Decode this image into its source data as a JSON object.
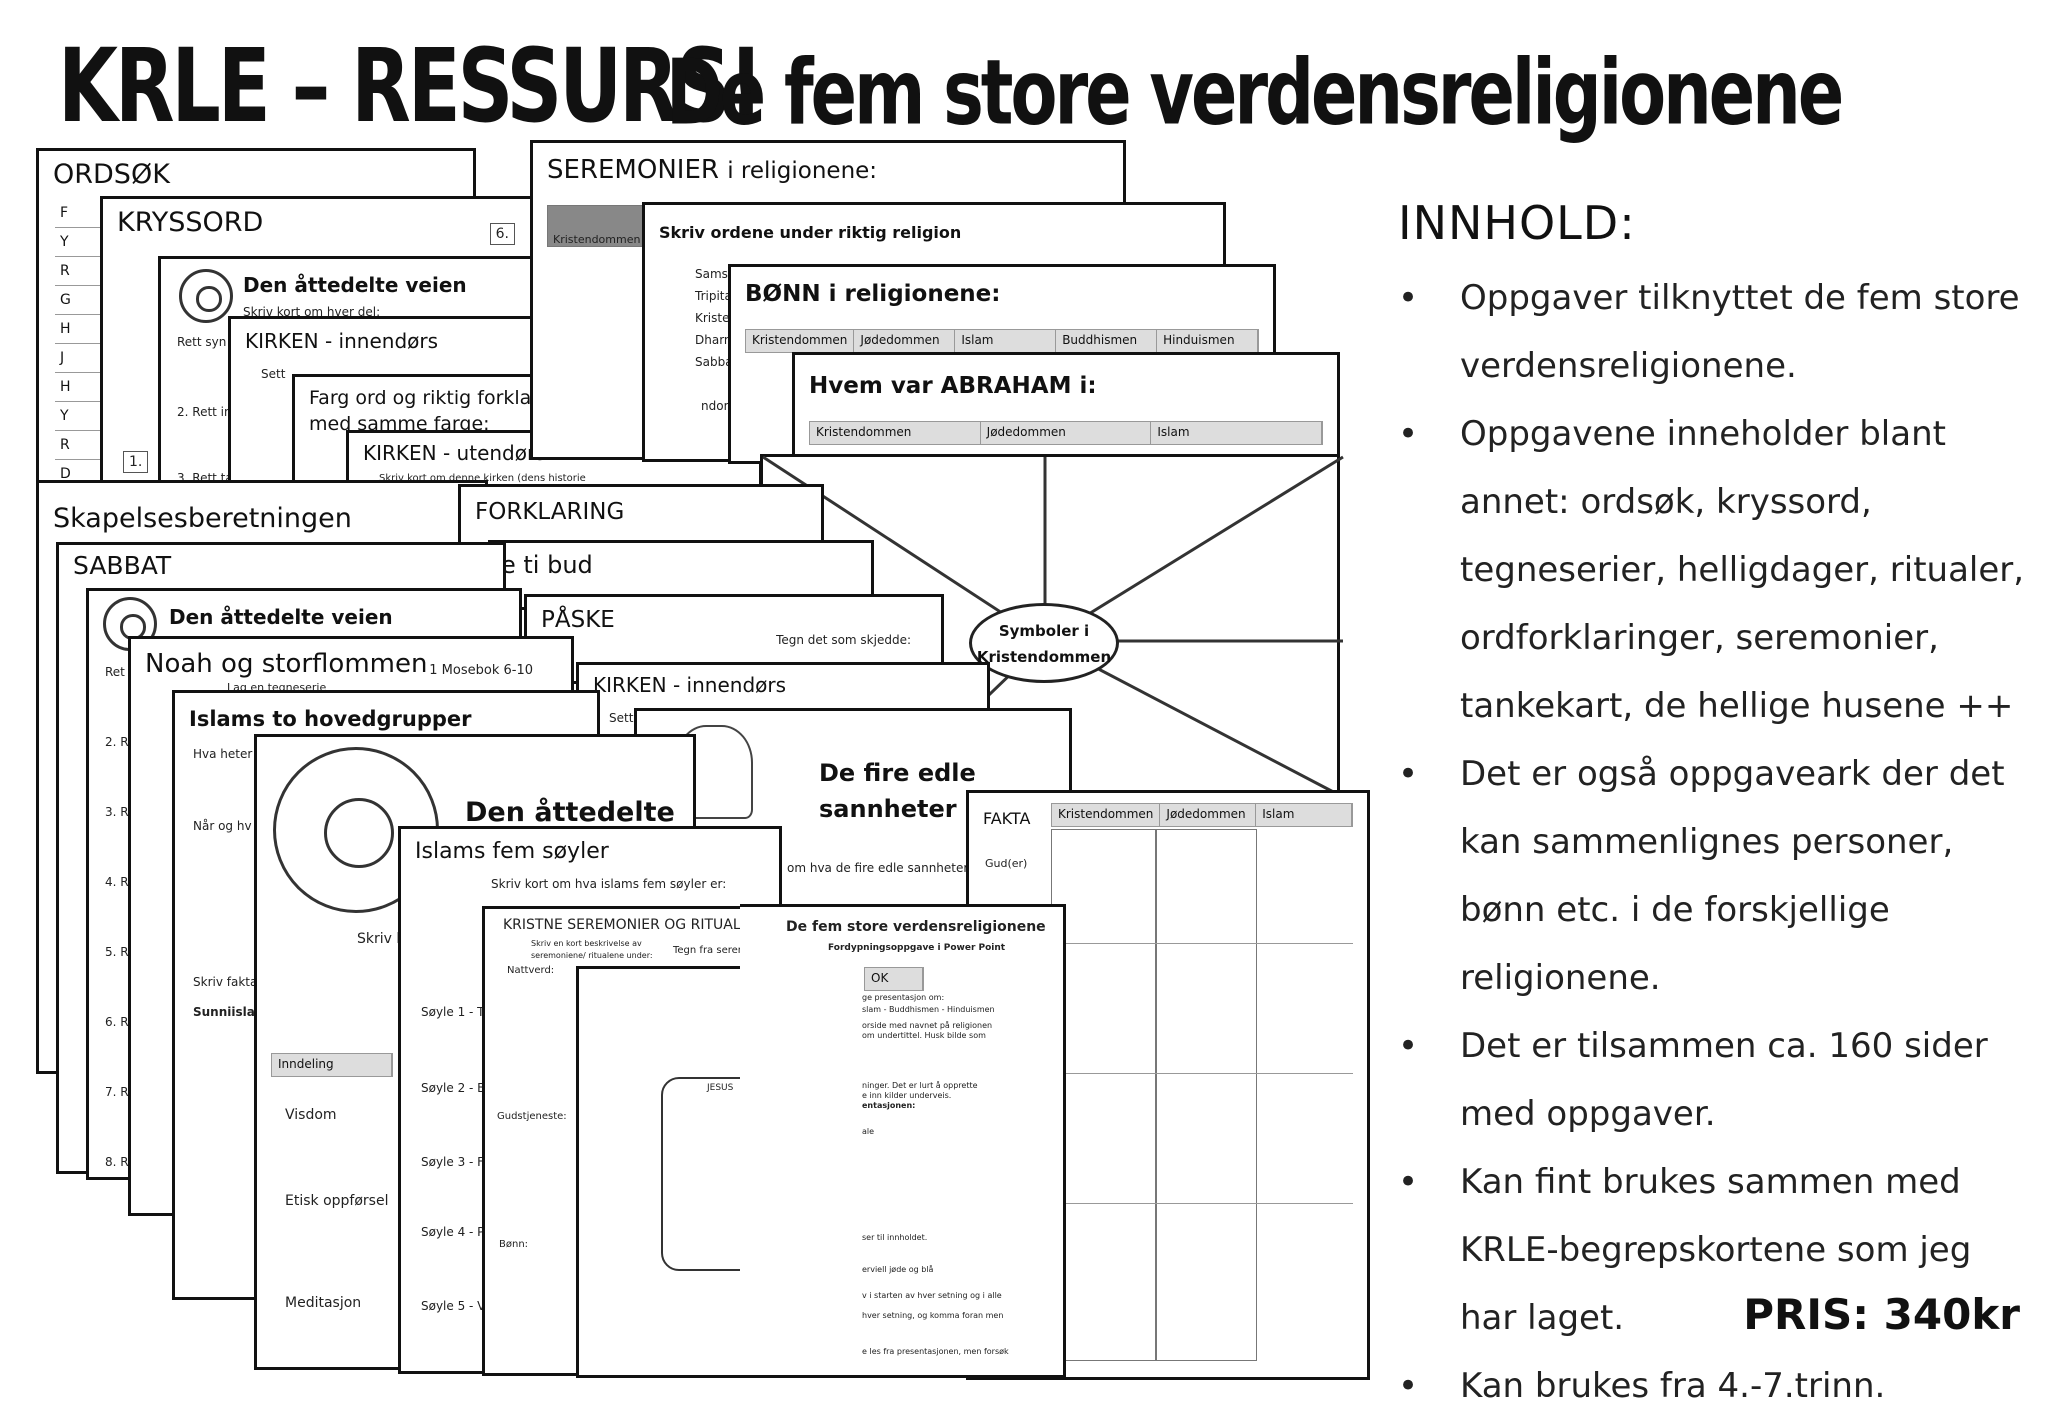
{
  "header": {
    "title_left": "KRLE – RESSURS!",
    "title_right": "De fem store verdensreligionene"
  },
  "info": {
    "heading": "INNHOLD:",
    "bullets": [
      "Oppgaver tilknyttet de fem store verdensreligionene.",
      "Oppgavene inneholder blant annet: ordsøk, kryssord, tegneserier, helligdager, ritualer, ordforklaringer, seremonier, tankekart, de hellige husene ++",
      "Det er også oppgaveark der det kan sammenlignes personer, bønn etc. i de forskjellige religionene.",
      "Det er tilsammen ca. 160 sider med oppgaver.",
      "Kan fint brukes sammen med KRLE-begrepskortene som jeg har laget.",
      "Kan brukes fra 4.-7.trinn."
    ],
    "price": "PRIS: 340kr"
  },
  "ordsok": {
    "title": "ORDSØK",
    "letters": [
      "F",
      "Y",
      "R",
      "G",
      "H",
      "J",
      "H",
      "Y",
      "R",
      "D"
    ]
  },
  "kryssord": {
    "title": "KRYSSORD",
    "num1": "6.",
    "num2": "1."
  },
  "attedelte1": {
    "title": "Den åttedelte veien",
    "sub": "Skriv kort om hver del:",
    "row1": "Rett syn",
    "row2": "2. Rett int",
    "row3": "3. Rett ta"
  },
  "kirken_inn1": {
    "title": "KIRKEN - innendørs",
    "sub": "Sett"
  },
  "fargord": {
    "title1": "Farg ord og riktig forklaring",
    "title2": "med samme farge:"
  },
  "kirken_ute": {
    "title": "KIRKEN - utendørs",
    "sub": "Skriv kort om denne kirken (dens historie"
  },
  "seremonier": {
    "title": "SEREMONIER",
    "title_rest": "i religionene:",
    "col": "Kristendommen"
  },
  "skriv_ordene": {
    "title": "Skriv ordene under riktig religion",
    "words": [
      "Samsa",
      "Tripita",
      "Kriste",
      "Dharm",
      "Sabba"
    ],
    "trunc": "ndom"
  },
  "bonn": {
    "title": "BØNN i religionene:",
    "cols": [
      "Kristendommen",
      "Jødedommen",
      "Islam",
      "Buddhismen",
      "Hinduismen"
    ]
  },
  "abraham": {
    "title": "Hvem var ABRAHAM i:",
    "cols": [
      "Kristendommen",
      "Jødedommen",
      "Islam"
    ]
  },
  "tankekart": {
    "center1": "Symboler i",
    "center2": "Kristendommen"
  },
  "skapelse": {
    "title": "Skapelsesberetningen"
  },
  "forklaring": {
    "title": "FORKLARING"
  },
  "tibud": {
    "title": "e ti bud"
  },
  "sabbat": {
    "title": "SABBAT"
  },
  "attedelte2": {
    "title": "Den åttedelte veien",
    "rows": [
      "Ret",
      "2. R",
      "3. R",
      "4. R",
      "5. R",
      "6. R",
      "7. R",
      "8. R"
    ]
  },
  "paske": {
    "title": "PÅSKE",
    "sub": "Tegn det som skjedde:"
  },
  "noah": {
    "title": "Noah og storflommen",
    "ref": "1 Mosebok 6-10",
    "sub": "Lag en tegneserie"
  },
  "kirken_inn2": {
    "title": "KIRKEN - innendørs",
    "sub": "Sett"
  },
  "islams_to": {
    "title": "Islams to hovedgrupper",
    "q1": "Hva heter",
    "q2": "Når og hv",
    "q3": "Skriv fakta",
    "box": "Sunniislam"
  },
  "fire_edle": {
    "title1": "De fire edle",
    "title2": "sannheter",
    "sub": "om hva de fire edle sannheter"
  },
  "attedelte3": {
    "title": "Den åttedelte",
    "sub": "Skriv k",
    "head": "Inndeling",
    "rows": [
      "Visdom",
      "Etisk oppførsel",
      "Meditasjon"
    ]
  },
  "fakta": {
    "title": "FAKTA",
    "cols": [
      "Kristendommen",
      "Jødedommen",
      "Islam"
    ],
    "row1": "Gud(er)"
  },
  "islams_fem": {
    "title": "Islams fem søyler",
    "sub": "Skriv kort om hva islams fem søyler er:",
    "rows": [
      "Søyle 1 - Tr",
      "Søyle 2 - B",
      "Søyle 3 - Fa",
      "Søyle 4 - Pi",
      "Søyle 5 - V"
    ]
  },
  "kristne_ser": {
    "title": "KRISTNE SEREMONIER OG RITUALER",
    "sub1": "Skriv en kort beskrivelse av",
    "sub2": "seremoniene/ ritualene under:",
    "sub3": "Tegn fra serem",
    "r1": "Nattverd:",
    "r2": "Gudstjeneste:",
    "r3": "Bønn:"
  },
  "jesus": {
    "label": "JESUS"
  },
  "powerpoint": {
    "title": "De fem store verdensreligionene",
    "sub": "Fordypningsoppgave i Power Point",
    "ok": "OK",
    "lines": [
      "ge presentasjon om:",
      "slam - Buddhismen - Hinduismen",
      "orside med navnet på religionen",
      "om undertittel. Husk bilde som",
      "ninger. Det er lurt å opprette",
      "e inn kilder underveis.",
      "entasjonen:",
      "ale",
      "ser til innholdet.",
      "erviell jøde og blå",
      "v i starten av hver setning og i alle",
      "hver setning, og komma foran men",
      "e les fra presentasjonen, men forsøk"
    ]
  }
}
